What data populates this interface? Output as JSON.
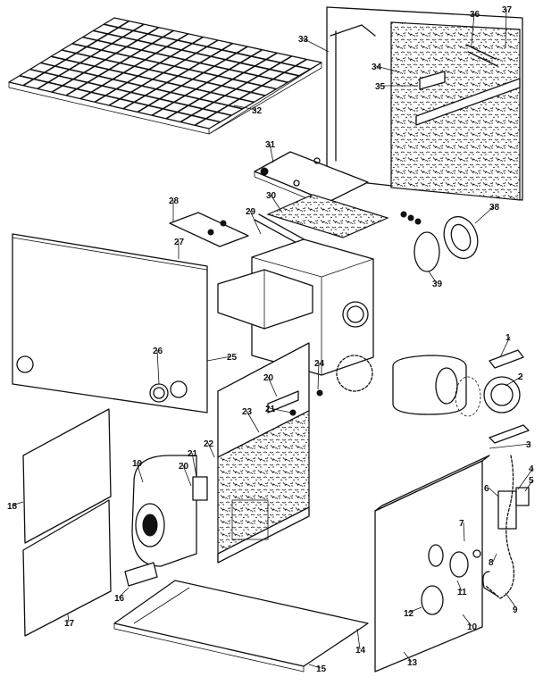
{
  "diagram": {
    "callouts": [
      {
        "id": "1",
        "text": "1"
      },
      {
        "id": "2",
        "text": "2"
      },
      {
        "id": "3",
        "text": "3"
      },
      {
        "id": "4",
        "text": "4"
      },
      {
        "id": "5",
        "text": "5"
      },
      {
        "id": "6",
        "text": "6"
      },
      {
        "id": "7",
        "text": "7"
      },
      {
        "id": "8",
        "text": "8"
      },
      {
        "id": "9",
        "text": "9"
      },
      {
        "id": "10",
        "text": "10"
      },
      {
        "id": "11",
        "text": "11"
      },
      {
        "id": "12",
        "text": "12"
      },
      {
        "id": "13",
        "text": "13"
      },
      {
        "id": "14",
        "text": "14"
      },
      {
        "id": "15",
        "text": "15"
      },
      {
        "id": "16",
        "text": "16"
      },
      {
        "id": "17",
        "text": "17"
      },
      {
        "id": "18",
        "text": "18"
      },
      {
        "id": "19",
        "text": "19"
      },
      {
        "id": "20a",
        "text": "20"
      },
      {
        "id": "20b",
        "text": "20"
      },
      {
        "id": "21a",
        "text": "21"
      },
      {
        "id": "21b",
        "text": "21"
      },
      {
        "id": "22",
        "text": "22"
      },
      {
        "id": "23",
        "text": "23"
      },
      {
        "id": "24",
        "text": "24"
      },
      {
        "id": "25",
        "text": "25"
      },
      {
        "id": "26",
        "text": "26"
      },
      {
        "id": "27",
        "text": "27"
      },
      {
        "id": "28",
        "text": "28"
      },
      {
        "id": "29",
        "text": "29"
      },
      {
        "id": "30",
        "text": "30"
      },
      {
        "id": "31",
        "text": "31"
      },
      {
        "id": "32",
        "text": "32"
      },
      {
        "id": "33",
        "text": "33"
      },
      {
        "id": "34",
        "text": "34"
      },
      {
        "id": "35",
        "text": "35"
      },
      {
        "id": "36",
        "text": "36"
      },
      {
        "id": "37",
        "text": "37"
      },
      {
        "id": "38",
        "text": "38"
      },
      {
        "id": "39",
        "text": "39"
      }
    ]
  }
}
